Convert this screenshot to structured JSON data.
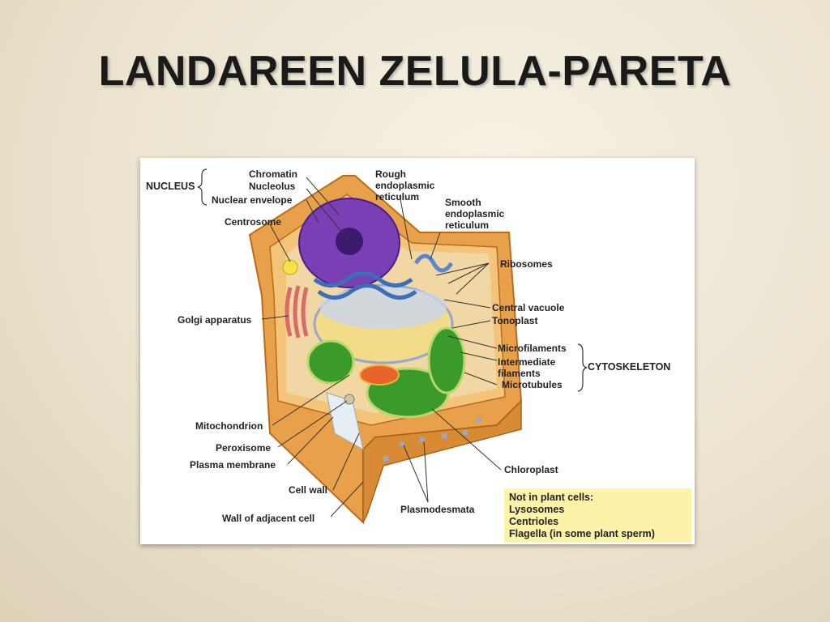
{
  "slide": {
    "title": "LANDAREEN ZELULA-PARETA"
  },
  "colors": {
    "background": "#efe8d6",
    "wall": "#e9a04a",
    "nucleus": "#7a3fb5",
    "vacuole": "#f2dc8a",
    "chloroplast": "#3a9a2a",
    "mitochondrion": "#e8642a",
    "golgi": "#e58a8a",
    "note_box": "#fdf3a8"
  },
  "labels": {
    "nucleus_group": "NUCLEUS",
    "chromatin": "Chromatin",
    "nucleolus": "Nucleolus",
    "nuclear_envelope": "Nuclear envelope",
    "centrosome": "Centrosome",
    "golgi_apparatus": "Golgi apparatus",
    "mitochondrion": "Mitochondrion",
    "peroxisome": "Peroxisome",
    "plasma_membrane": "Plasma membrane",
    "cell_wall": "Cell wall",
    "wall_adjacent": "Wall of adjacent cell",
    "rough_er_1": "Rough",
    "rough_er_2": "endoplasmic",
    "rough_er_3": "reticulum",
    "smooth_er_1": "Smooth",
    "smooth_er_2": "endoplasmic",
    "smooth_er_3": "reticulum",
    "ribosomes": "Ribosomes",
    "central_vacuole": "Central vacuole",
    "tonoplast": "Tonoplast",
    "microfilaments": "Microfilaments",
    "intermediate_1": "Intermediate",
    "intermediate_2": "filaments",
    "microtubules": "Microtubules",
    "cytoskeleton_group": "CYTOSKELETON",
    "chloroplast": "Chloroplast",
    "plasmodesmata": "Plasmodesmata"
  },
  "note": {
    "heading": "Not in plant cells:",
    "items": [
      "Lysosomes",
      "Centrioles",
      "Flagella (in some plant sperm)"
    ]
  }
}
